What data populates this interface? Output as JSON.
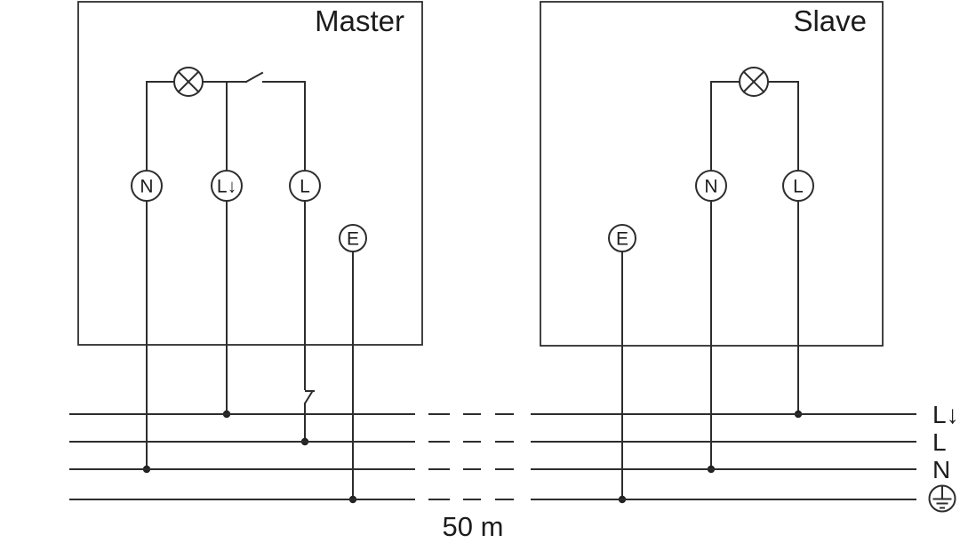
{
  "master": {
    "title": "Master",
    "terminals": {
      "n": "N",
      "l_switched": "L↓",
      "l": "L",
      "e": "E"
    }
  },
  "slave": {
    "title": "Slave",
    "terminals": {
      "n": "N",
      "l": "L",
      "e": "E"
    }
  },
  "bus": {
    "labels": {
      "l_switched": "L↓",
      "l": "L",
      "n": "N"
    }
  },
  "distance_label": "50 m",
  "icons": {
    "lamp": "circle-with-diagonal-cross",
    "switch": "wire-break-with-lever",
    "earth": "protective-earth-in-circle"
  },
  "colors": {
    "line": "#2d2d2d",
    "text": "#1c1c1c",
    "background": "#ffffff"
  }
}
